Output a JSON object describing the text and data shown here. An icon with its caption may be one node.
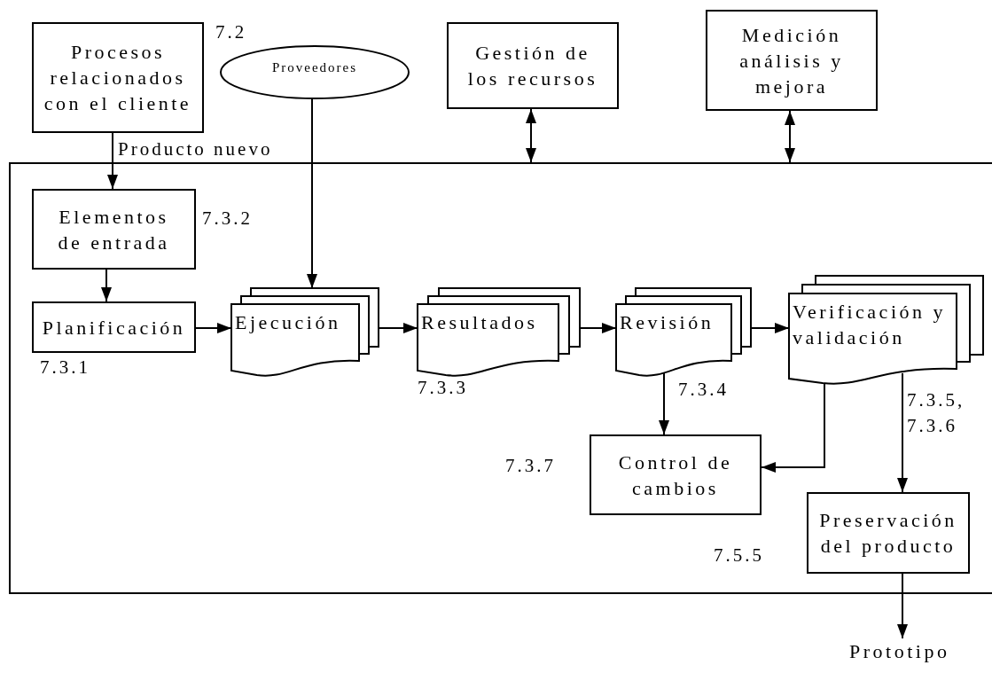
{
  "diagram": {
    "nodes": [
      {
        "text": [
          "Procesos relacionados con el cliente"
        ],
        "beside": [
          "7.2"
        ]
      },
      {
        "text": [
          "Proveedores"
        ]
      },
      {
        "text": [
          "Gestión de los recursos"
        ]
      },
      {
        "text": [
          "Medición análisis y mejora"
        ]
      },
      {
        "text": [],
        "shape": "box"
      },
      {
        "text": [
          "Elementos de entrada"
        ],
        "in": 4,
        "beside": [
          "7.3.2"
        ]
      },
      {
        "text": [
          "Planificación"
        ],
        "in": 4,
        "beside": [
          "7.3.1"
        ]
      },
      {
        "text": [
          "Ejecución"
        ],
        "in": 4
      },
      {
        "text": [
          "Resultados"
        ],
        "in": 4,
        "beside": [
          "7.3.3"
        ]
      },
      {
        "text": [
          "Revisión"
        ],
        "in": 4,
        "beside": [
          "7.3.4"
        ]
      },
      {
        "text": [
          "Verificación y validación"
        ],
        "in": 4,
        "beside": [
          "7.3.5, 7.3.6"
        ]
      },
      {
        "text": [
          "Control de cambios"
        ],
        "in": 4,
        "beside": [
          "7.3.7"
        ]
      },
      {
        "text": [
          "Preservación del producto"
        ],
        "in": 4,
        "beside": [
          "7.5.5"
        ]
      },
      {
        "text": [
          "Prototipo"
        ]
      }
    ],
    "edges": [
      {
        "from": 0,
        "to": 5,
        "arrow": "to",
        "label": "Producto nuevo"
      },
      {
        "from": 1,
        "to": 7,
        "arrow": "to"
      },
      {
        "from": 2,
        "to": 4,
        "arrow": "both"
      },
      {
        "from": 3,
        "to": 4,
        "arrow": "both"
      },
      {
        "from": 5,
        "to": 6,
        "arrow": "to"
      },
      {
        "from": 6,
        "to": 7,
        "arrow": "to"
      },
      {
        "from": 7,
        "to": 8,
        "arrow": "to"
      },
      {
        "from": 8,
        "to": 9,
        "arrow": "to"
      },
      {
        "from": 9,
        "to": 10,
        "arrow": "to"
      },
      {
        "from": 9,
        "to": 11,
        "arrow": "to"
      },
      {
        "from": 10,
        "to": 11,
        "arrow": "to"
      },
      {
        "from": 10,
        "to": 12,
        "arrow": "to"
      },
      {
        "from": 12,
        "to": 13,
        "arrow": "to"
      }
    ]
  }
}
